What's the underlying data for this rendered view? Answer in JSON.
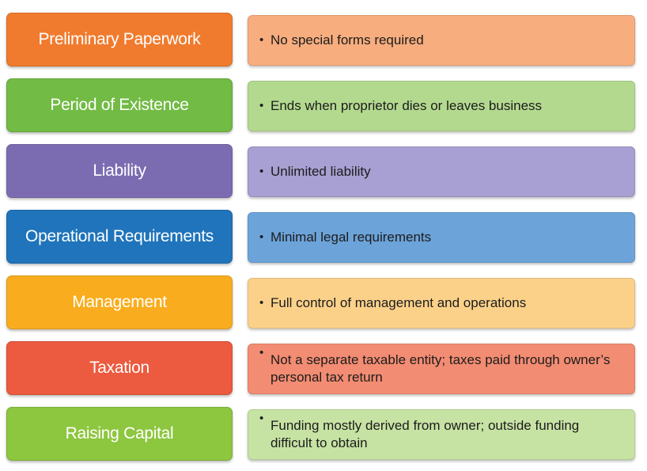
{
  "rows": [
    {
      "label": "Preliminary Paperwork",
      "text": "No special forms required",
      "label_color": "#f07b2e",
      "box_color": "#f7ad7e"
    },
    {
      "label": "Period of Existence",
      "text": "Ends when proprietor dies or leaves business",
      "label_color": "#72bb45",
      "box_color": "#b3d98f"
    },
    {
      "label": "Liability",
      "text": "Unlimited liability",
      "label_color": "#7b6cb2",
      "box_color": "#a8a0d2"
    },
    {
      "label": "Operational Requirements",
      "text": "Minimal legal requirements",
      "label_color": "#1f74bb",
      "box_color": "#6ca3d9"
    },
    {
      "label": "Management",
      "text": "Full control of management and operations",
      "label_color": "#f9ad1e",
      "box_color": "#fbd18a"
    },
    {
      "label": "Taxation",
      "text": "Not a separate taxable entity; taxes paid through owner’s personal tax return",
      "label_color": "#ec5a3f",
      "box_color": "#f28c72"
    },
    {
      "label": "Raising Capital",
      "text": "Funding mostly derived from owner; outside funding difficult to obtain",
      "label_color": "#8dc63f",
      "box_color": "#c7e3a4"
    }
  ],
  "bullet_symbol": "•"
}
